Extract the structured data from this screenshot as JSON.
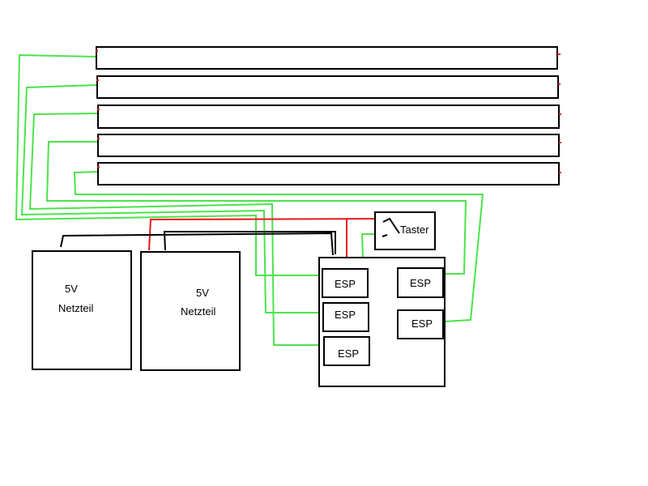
{
  "power_supplies": [
    {
      "voltage": "5V",
      "label": "Netzteil"
    },
    {
      "voltage": "5V",
      "label": "Netzteil"
    }
  ],
  "esp_modules": [
    "ESP",
    "ESP",
    "ESP",
    "ESP",
    "ESP"
  ],
  "switch": {
    "label": "Taster"
  },
  "colors": {
    "data_wire": "#4ce34c",
    "power_wire": "#e8171a",
    "ground_wire": "#000000"
  }
}
